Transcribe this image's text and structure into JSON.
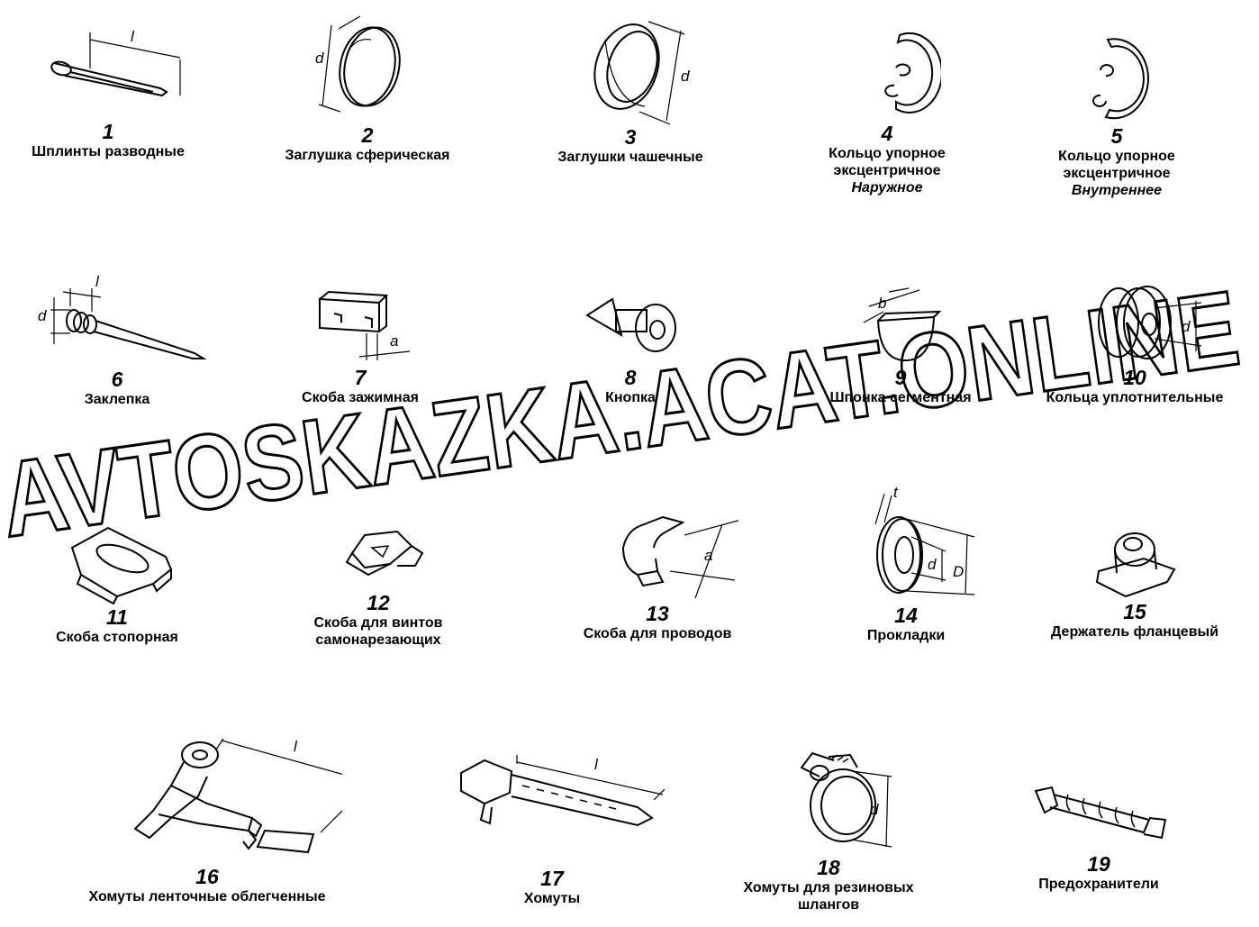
{
  "parts": [
    {
      "num": "1",
      "caption": "Шплинты разводные",
      "sub": "",
      "icon": "split-pin-icon",
      "dims": [
        "l"
      ]
    },
    {
      "num": "2",
      "caption": "Заглушка сферическая",
      "sub": "",
      "icon": "spherical-plug-icon",
      "dims": [
        "d"
      ]
    },
    {
      "num": "3",
      "caption": "Заглушки чашечные",
      "sub": "",
      "icon": "cup-plug-icon",
      "dims": [
        "d"
      ]
    },
    {
      "num": "4",
      "caption": "Кольцо упорное эксцентричное",
      "sub": "Наружное",
      "icon": "external-retaining-ring-icon",
      "dims": []
    },
    {
      "num": "5",
      "caption": "Кольцо упорное эксцентричное",
      "sub": "Внутреннее",
      "icon": "internal-retaining-ring-icon",
      "dims": []
    },
    {
      "num": "6",
      "caption": "Заклепка",
      "sub": "",
      "icon": "rivet-icon",
      "dims": [
        "d",
        "l"
      ]
    },
    {
      "num": "7",
      "caption": "Скоба зажимная",
      "sub": "",
      "icon": "clamping-bracket-icon",
      "dims": [
        "a"
      ]
    },
    {
      "num": "8",
      "caption": "Кнопка",
      "sub": "",
      "icon": "push-button-clip-icon",
      "dims": []
    },
    {
      "num": "9",
      "caption": "Шпонка сегментная",
      "sub": "",
      "icon": "woodruff-key-icon",
      "dims": [
        "b"
      ]
    },
    {
      "num": "10",
      "caption": "Кольца уплотнительные",
      "sub": "",
      "icon": "grommet-ring-icon",
      "dims": [
        "d"
      ]
    },
    {
      "num": "11",
      "caption": "Скоба стопорная",
      "sub": "",
      "icon": "lock-clip-icon",
      "dims": []
    },
    {
      "num": "12",
      "caption": "Скоба для винтов самонарезающих",
      "sub": "",
      "icon": "tapping-screw-clip-icon",
      "dims": []
    },
    {
      "num": "13",
      "caption": "Скоба для проводов",
      "sub": "",
      "icon": "wire-clip-icon",
      "dims": [
        "a"
      ]
    },
    {
      "num": "14",
      "caption": "Прокладки",
      "sub": "",
      "icon": "washer-gasket-icon",
      "dims": [
        "t",
        "d",
        "D"
      ]
    },
    {
      "num": "15",
      "caption": "Держатель фланцевый",
      "sub": "",
      "icon": "flange-holder-icon",
      "dims": []
    },
    {
      "num": "16",
      "caption": "Хомуты ленточные облегченные",
      "sub": "",
      "icon": "light-band-clamp-icon",
      "dims": [
        "l"
      ]
    },
    {
      "num": "17",
      "caption": "Хомуты",
      "sub": "",
      "icon": "cable-tie-icon",
      "dims": [
        "l"
      ]
    },
    {
      "num": "18",
      "caption": "Хомуты для резиновых шлангов",
      "sub": "",
      "icon": "hose-clamp-icon",
      "dims": [
        "d"
      ]
    },
    {
      "num": "19",
      "caption": "Предохранители",
      "sub": "",
      "icon": "fuse-protector-icon",
      "dims": []
    }
  ],
  "watermark": "AVTOSKAZKA.ACAT.ONLINE"
}
